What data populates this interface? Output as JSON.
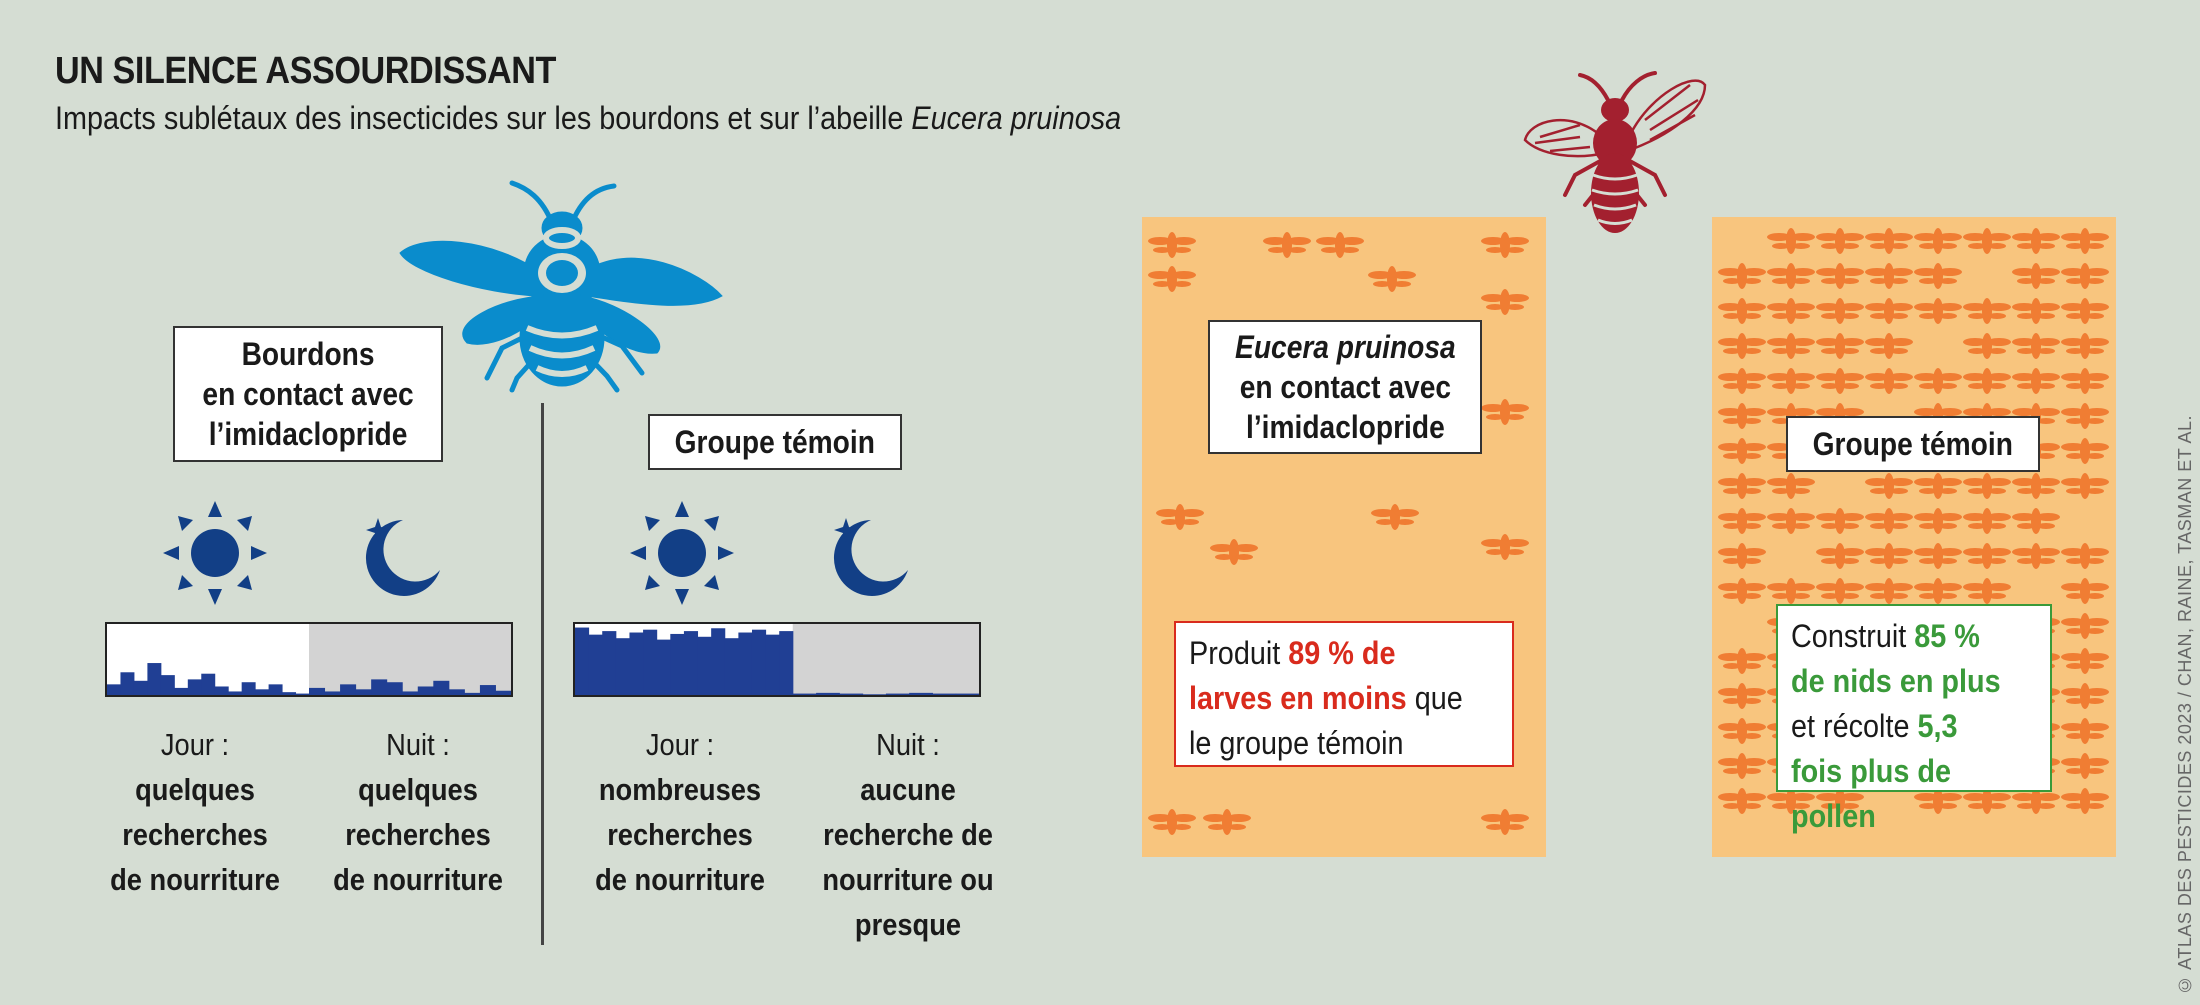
{
  "header": {
    "title": "UN SILENCE ASSOURDISSANT",
    "subtitle_prefix": "Impacts sublétaux des insecticides sur les bourdons et sur l’abeille ",
    "subtitle_species": "Eucera pruinosa"
  },
  "bumblebees": {
    "icon": "bumblebee-icon",
    "icon_color": "#0a8ccc",
    "exposed": {
      "label_lines": [
        "Bourdons",
        "en contact avec",
        "l’imidaclopride"
      ],
      "day_activity": [
        0.15,
        0.32,
        0.2,
        0.45,
        0.28,
        0.1,
        0.22,
        0.3,
        0.12,
        0.05,
        0.18,
        0.08,
        0.15,
        0.04,
        0.02
      ],
      "night_activity": [
        0.1,
        0.05,
        0.15,
        0.08,
        0.22,
        0.18,
        0.05,
        0.12,
        0.2,
        0.08,
        0.03,
        0.14,
        0.06
      ],
      "day": {
        "label": "Jour :",
        "text_lines": [
          "quelques",
          "recherches",
          "de nourriture"
        ]
      },
      "night": {
        "label": "Nuit :",
        "text_lines": [
          "quelques",
          "recherches",
          "de nourriture"
        ]
      }
    },
    "control": {
      "label_lines": [
        "Groupe témoin"
      ],
      "day_activity": [
        0.95,
        0.85,
        0.9,
        0.8,
        0.88,
        0.92,
        0.78,
        0.86,
        0.9,
        0.82,
        0.94,
        0.8,
        0.88,
        0.92,
        0.85,
        0.9
      ],
      "night_activity": [
        0.02,
        0.03,
        0.02,
        0.01,
        0.02,
        0.03,
        0.02,
        0.02
      ],
      "day": {
        "label": "Jour :",
        "text_lines": [
          "nombreuses",
          "recherches",
          "de nourriture"
        ]
      },
      "night": {
        "label": "Nuit :",
        "text_lines": [
          "aucune",
          "recherche de",
          "nourriture ou",
          "presque"
        ]
      }
    },
    "day_icon": "sun-icon",
    "night_icon": "moon-icon",
    "icon_navy": "#123f86"
  },
  "eucera": {
    "icon": "bee-icon",
    "icon_color": "#a3202f",
    "panel_color": "#f8c57e",
    "bee_color": "#f07d33",
    "exposed": {
      "label_lines": [
        "Eucera pruinosa",
        "en contact avec",
        "l’imidaclopride"
      ],
      "result_parts": [
        {
          "text": "Produit ",
          "style": "plain"
        },
        {
          "text": "89 % de larves en moins",
          "style": "red"
        },
        {
          "text": " que le groupe témoin",
          "style": "plain"
        }
      ]
    },
    "control": {
      "label_lines": [
        "Groupe témoin"
      ],
      "result_parts": [
        {
          "text": "Construit ",
          "style": "plain"
        },
        {
          "text": "85 % de nids en plus",
          "style": "green"
        },
        {
          "text": " et récolte ",
          "style": "plain"
        },
        {
          "text": "5,3 fois plus de pollen",
          "style": "green"
        }
      ]
    }
  },
  "credit": "© ATLAS DES PESTICIDES 2023 / CHAN, RAINE, TASMAN ET AL."
}
